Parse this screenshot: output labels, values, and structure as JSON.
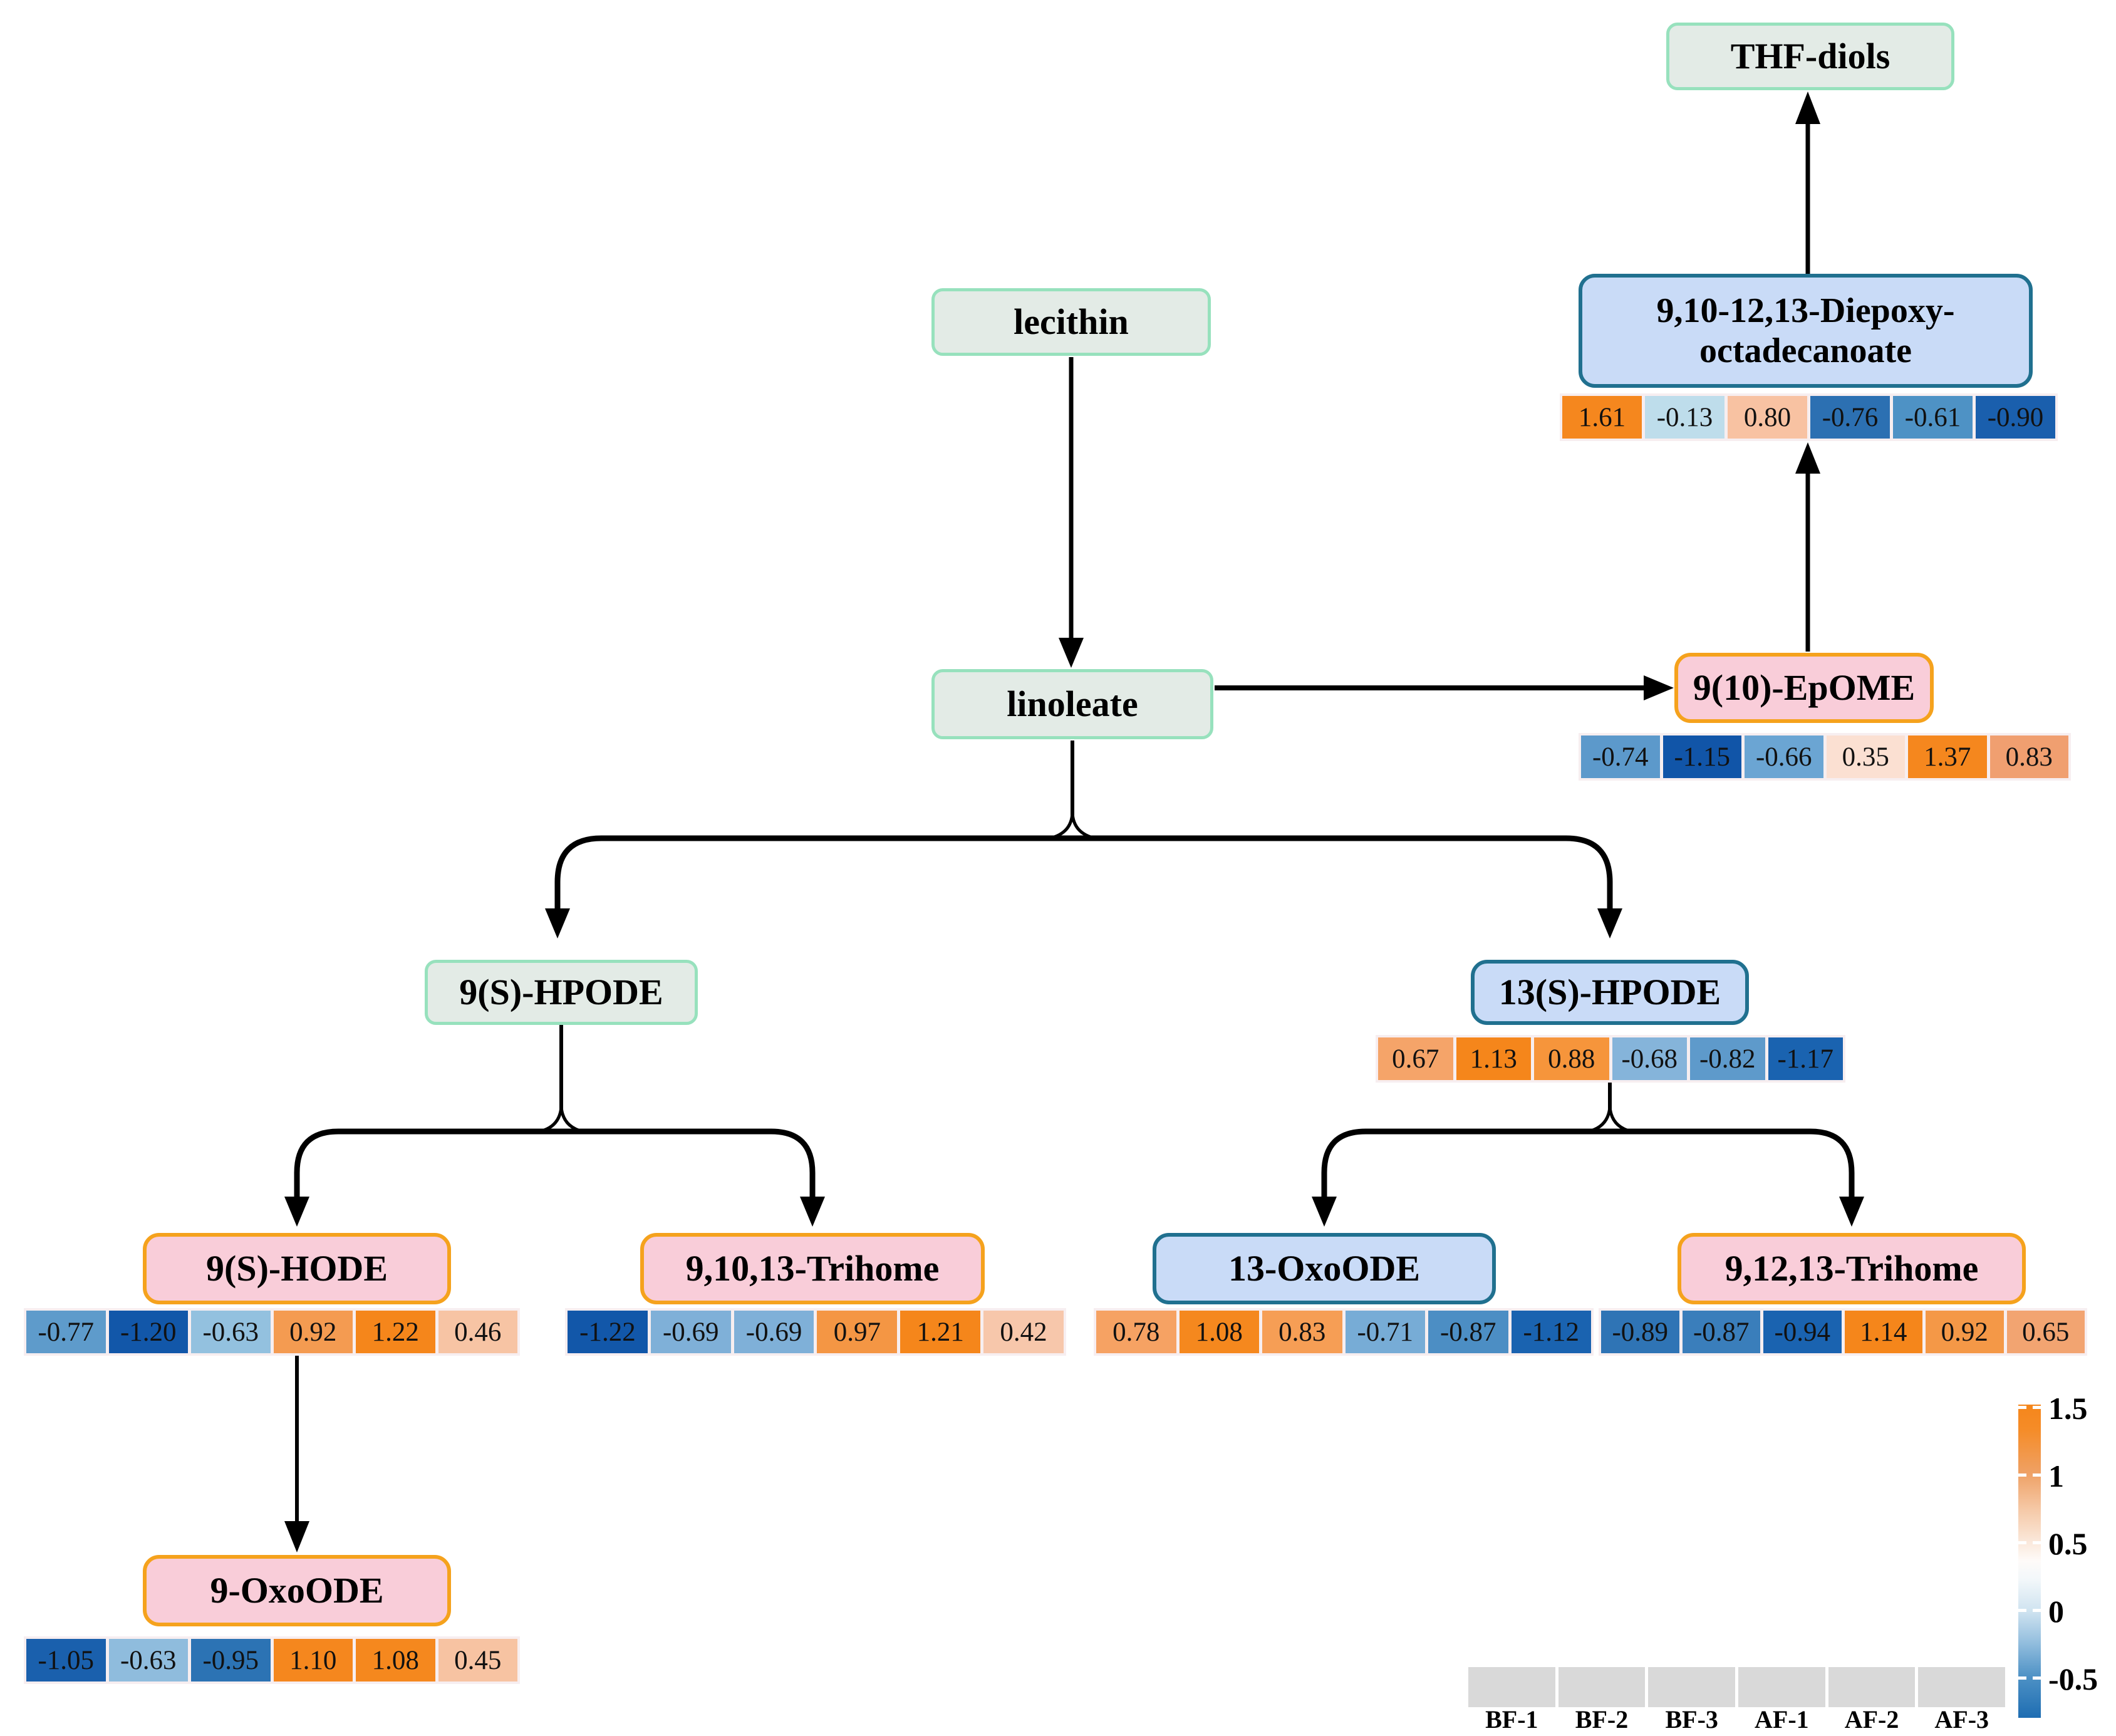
{
  "nodes": {
    "thf_diols": {
      "label": "THF-diols"
    },
    "diepoxy": {
      "label_line1": "9,10-12,13-Diepoxy-",
      "label_line2": "octadecanoate",
      "values": [
        "1.61",
        "-0.13",
        "0.80",
        "-0.76",
        "-0.61",
        "-0.90"
      ],
      "colors": [
        "#F5871E",
        "#BEDDEB",
        "#F8C2A2",
        "#2C70B2",
        "#4E92C5",
        "#1A5FAD"
      ]
    },
    "lecithin": {
      "label": "lecithin"
    },
    "linoleate": {
      "label": "linoleate"
    },
    "epome": {
      "label": "9(10)-EpOME",
      "values": [
        "-0.74",
        "-1.15",
        "-0.66",
        "0.35",
        "1.37",
        "0.83"
      ],
      "colors": [
        "#5C99CB",
        "#1155A8",
        "#6BA5D3",
        "#FBE0D2",
        "#F5871E",
        "#F09F70"
      ]
    },
    "hpode9": {
      "label": "9(S)-HPODE"
    },
    "hpode13": {
      "label": "13(S)-HPODE",
      "values": [
        "0.67",
        "1.13",
        "0.88",
        "-0.68",
        "-0.82",
        "-1.17"
      ],
      "colors": [
        "#F5A469",
        "#F5861B",
        "#F6953B",
        "#85B4DA",
        "#5E9ACB",
        "#1A63B0"
      ]
    },
    "hode9": {
      "label": "9(S)-HODE",
      "values": [
        "-0.77",
        "-1.20",
        "-0.63",
        "0.92",
        "1.22",
        "0.46"
      ],
      "colors": [
        "#5E9BCB",
        "#1257A9",
        "#93C1DF",
        "#F49B51",
        "#F5861B",
        "#F7C4A4"
      ]
    },
    "trihome910": {
      "label": "9,10,13-Trihome",
      "values": [
        "-1.22",
        "-0.69",
        "-0.69",
        "0.97",
        "1.21",
        "0.42"
      ],
      "colors": [
        "#1257A9",
        "#7FB0D8",
        "#7FB0D8",
        "#F49644",
        "#F5861B",
        "#F7C7AB"
      ]
    },
    "oxoode13": {
      "label": "13-OxoODE",
      "values": [
        "0.78",
        "1.08",
        "0.83",
        "-0.71",
        "-0.87",
        "-1.12"
      ],
      "colors": [
        "#F6A263",
        "#F5881E",
        "#F69E55",
        "#77ACD6",
        "#4C8EC4",
        "#1A63B0"
      ]
    },
    "trihome912": {
      "label": "9,12,13-Trihome",
      "values": [
        "-0.89",
        "-0.87",
        "-0.94",
        "1.14",
        "0.92",
        "0.65"
      ],
      "colors": [
        "#2F74B5",
        "#3A7EBB",
        "#1A63B0",
        "#F5861B",
        "#F49847",
        "#F2A471"
      ]
    },
    "oxoode9": {
      "label": "9-OxoODE",
      "values": [
        "-1.05",
        "-0.63",
        "-0.95",
        "1.10",
        "1.08",
        "0.45"
      ],
      "colors": [
        "#1A60AD",
        "#8FBCDD",
        "#2C73B4",
        "#F5871E",
        "#F5881E",
        "#F7C3A2"
      ]
    }
  },
  "samples": {
    "labels": [
      "BF-1",
      "BF-2",
      "BF-3",
      "AF-1",
      "AF-2",
      "AF-3"
    ],
    "cell_color": "#D9D9D9"
  },
  "colorbar": {
    "tick_labels": [
      "1.5",
      "1",
      "0.5",
      "0",
      "-0.5"
    ],
    "top_color": "#F5861B",
    "mid_color": "#FFFFFF",
    "bottom_color": "#1E6DB2"
  },
  "palette": {
    "green_box_fill": "#E3EBE6",
    "green_box_border": "#97E1BD",
    "blue_box_fill": "#C9DBF7",
    "blue_box_border": "#20708F",
    "pink_box_fill": "#F9CDD9",
    "pink_box_border": "#F5A21D",
    "strip_background": "#F7EEF0",
    "arrow_color": "#000000"
  }
}
